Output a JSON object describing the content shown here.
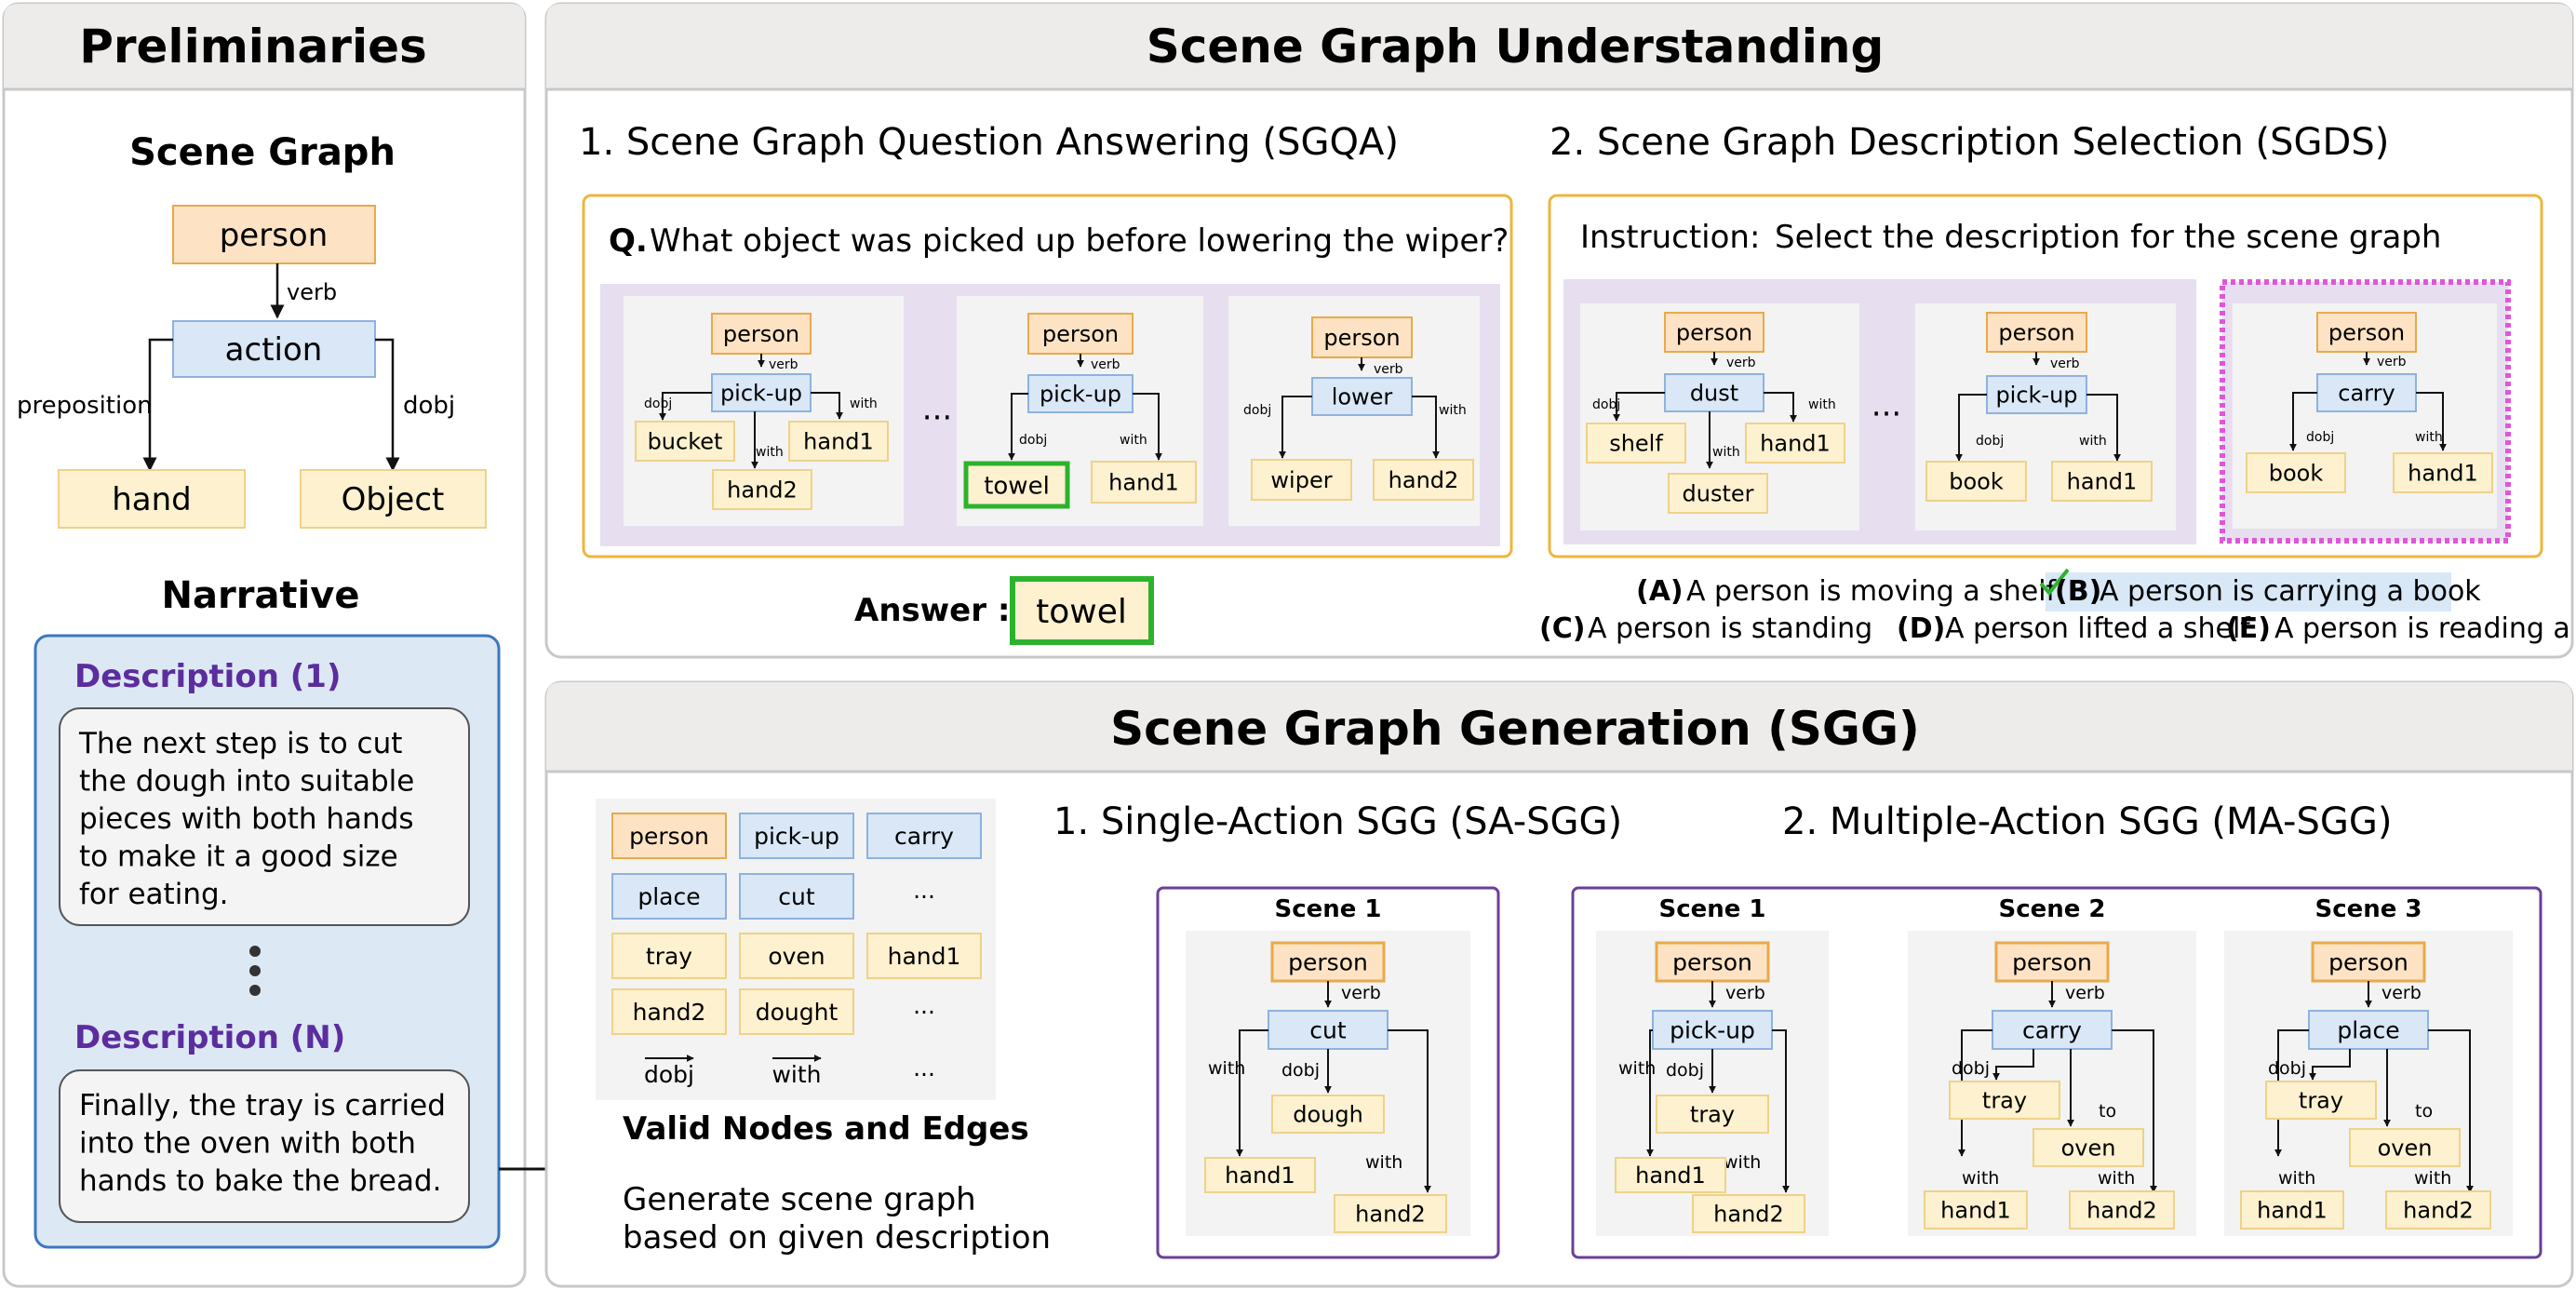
{
  "colors": {
    "person": "#fde3c4",
    "person_border": "#e8a94c",
    "action": "#d9e7f7",
    "action_border": "#8fb2dd",
    "object": "#fdf1cf",
    "object_border": "#eed28a",
    "panel_header": "#eeecea",
    "panel_border": "#c8c8c8",
    "orange_frame": "#f0b53c",
    "purple_band": "#e7dff0",
    "graph_box": "#f3f3f3",
    "green": "#2db22d",
    "magenta": "#e056d8",
    "purple_frame": "#6b3f98",
    "narrative_bg": "#dde8f5",
    "narrative_border": "#3a78c0",
    "desc_purple": "#5b2d9e",
    "highlight": "#d8e8f7"
  },
  "preliminaries": {
    "title": "Preliminaries",
    "scene_graph_title": "Scene Graph",
    "sg": {
      "person": "person",
      "verb": "verb",
      "action": "action",
      "preposition": "preposition",
      "dobj": "dobj",
      "hand": "hand",
      "object": "Object"
    },
    "narrative_title": "Narrative",
    "desc1_label": "Description (1)",
    "desc1_lines": [
      "The next step is to cut",
      "the dough into suitable",
      "pieces with both hands",
      "to make it a good size",
      "for eating."
    ],
    "descN_label": "Description (N)",
    "descN_lines": [
      "Finally, the tray is carried",
      "into the oven with both",
      "hands to bake the bread."
    ]
  },
  "understanding": {
    "title": "Scene Graph Understanding",
    "sgqa": {
      "heading": "1. Scene Graph Question Answering (SGQA)",
      "question_prefix": "Q.",
      "question": "What object was picked up before lowering the wiper?",
      "graphs": [
        {
          "person": "person",
          "verb": "verb",
          "action": "pick-up",
          "dobj": "dobj",
          "with1": "with",
          "with2": "with",
          "obj1": "bucket",
          "obj2": "hand2",
          "obj3": "hand1"
        },
        {
          "person": "person",
          "verb": "verb",
          "action": "pick-up",
          "dobj": "dobj",
          "with": "with",
          "obj1": "towel",
          "obj2": "hand1"
        },
        {
          "person": "person",
          "verb": "verb",
          "action": "lower",
          "dobj": "dobj",
          "with": "with",
          "obj1": "wiper",
          "obj2": "hand2"
        }
      ],
      "ellipsis": "···",
      "answer_label": "Answer :",
      "answer": "towel"
    },
    "sgds": {
      "heading": "2. Scene Graph Description Selection (SGDS)",
      "instruction_label": "Instruction:",
      "instruction": "Select the description for the scene graph",
      "graphs": [
        {
          "person": "person",
          "verb": "verb",
          "action": "dust",
          "dobj": "dobj",
          "with1": "with",
          "with2": "with",
          "obj1": "shelf",
          "obj2": "duster",
          "obj3": "hand1"
        },
        {
          "person": "person",
          "verb": "verb",
          "action": "pick-up",
          "dobj": "dobj",
          "with": "with",
          "obj1": "book",
          "obj2": "hand1"
        },
        {
          "person": "person",
          "verb": "verb",
          "action": "carry",
          "dobj": "dobj",
          "with": "with",
          "obj1": "book",
          "obj2": "hand1"
        }
      ],
      "ellipsis": "···",
      "options": {
        "a_label": "(A)",
        "a": "A person is moving a shelf",
        "b_label": "(B)",
        "b": "A person is carrying a book",
        "c_label": "(C)",
        "c": "A person is standing",
        "d_label": "(D)",
        "d": "A person lifted a shelf",
        "e_label": "(E)",
        "e": "A person is reading a book"
      }
    }
  },
  "generation": {
    "title": "Scene Graph Generation (SGG)",
    "valid": {
      "nodes": [
        [
          "person",
          "pick-up",
          "carry"
        ],
        [
          "place",
          "cut",
          "···"
        ],
        [
          "tray",
          "oven",
          "hand1"
        ],
        [
          "hand2",
          "dought",
          "···"
        ]
      ],
      "edges": [
        "dobj",
        "with",
        "···"
      ],
      "caption": "Valid Nodes and Edges"
    },
    "instruction_lines": [
      "Generate scene graph",
      "based on given description"
    ],
    "sa_heading": "1. Single-Action SGG (SA-SGG)",
    "ma_heading": "2. Multiple-Action SGG (MA-SGG)",
    "sa_scene": {
      "title": "Scene 1",
      "person": "person",
      "verb": "verb",
      "action": "cut",
      "dobj": "dobj",
      "with1": "with",
      "with2": "with",
      "obj": "dough",
      "hand1": "hand1",
      "hand2": "hand2"
    },
    "ma_scenes": [
      {
        "title": "Scene 1",
        "person": "person",
        "verb": "verb",
        "action": "pick-up",
        "dobj": "dobj",
        "with1": "with",
        "with2": "with",
        "obj": "tray",
        "hand1": "hand1",
        "hand2": "hand2"
      },
      {
        "title": "Scene 2",
        "person": "person",
        "verb": "verb",
        "action": "carry",
        "dobj": "dobj",
        "to": "to",
        "with1": "with",
        "with2": "with",
        "obj": "tray",
        "target": "oven",
        "hand1": "hand1",
        "hand2": "hand2"
      },
      {
        "title": "Scene 3",
        "person": "person",
        "verb": "verb",
        "action": "place",
        "dobj": "dobj",
        "to": "to",
        "with1": "with",
        "with2": "with",
        "obj": "tray",
        "target": "oven",
        "hand1": "hand1",
        "hand2": "hand2"
      }
    ]
  }
}
